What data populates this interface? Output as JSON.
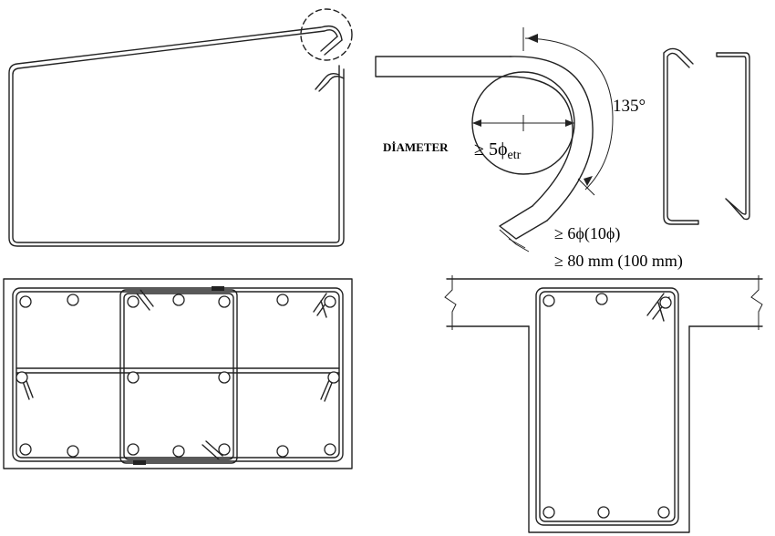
{
  "hook_detail": {
    "angle_label": "135°",
    "diameter_label": "DİAMETER",
    "diameter_rule": "≥ 5",
    "phi_symbol": "ϕ",
    "phi_subscript": "etr",
    "extension_rule": "≥ 6ϕ(10ϕ)",
    "min_length_rule": "≥ 80 mm (100 mm)"
  }
}
